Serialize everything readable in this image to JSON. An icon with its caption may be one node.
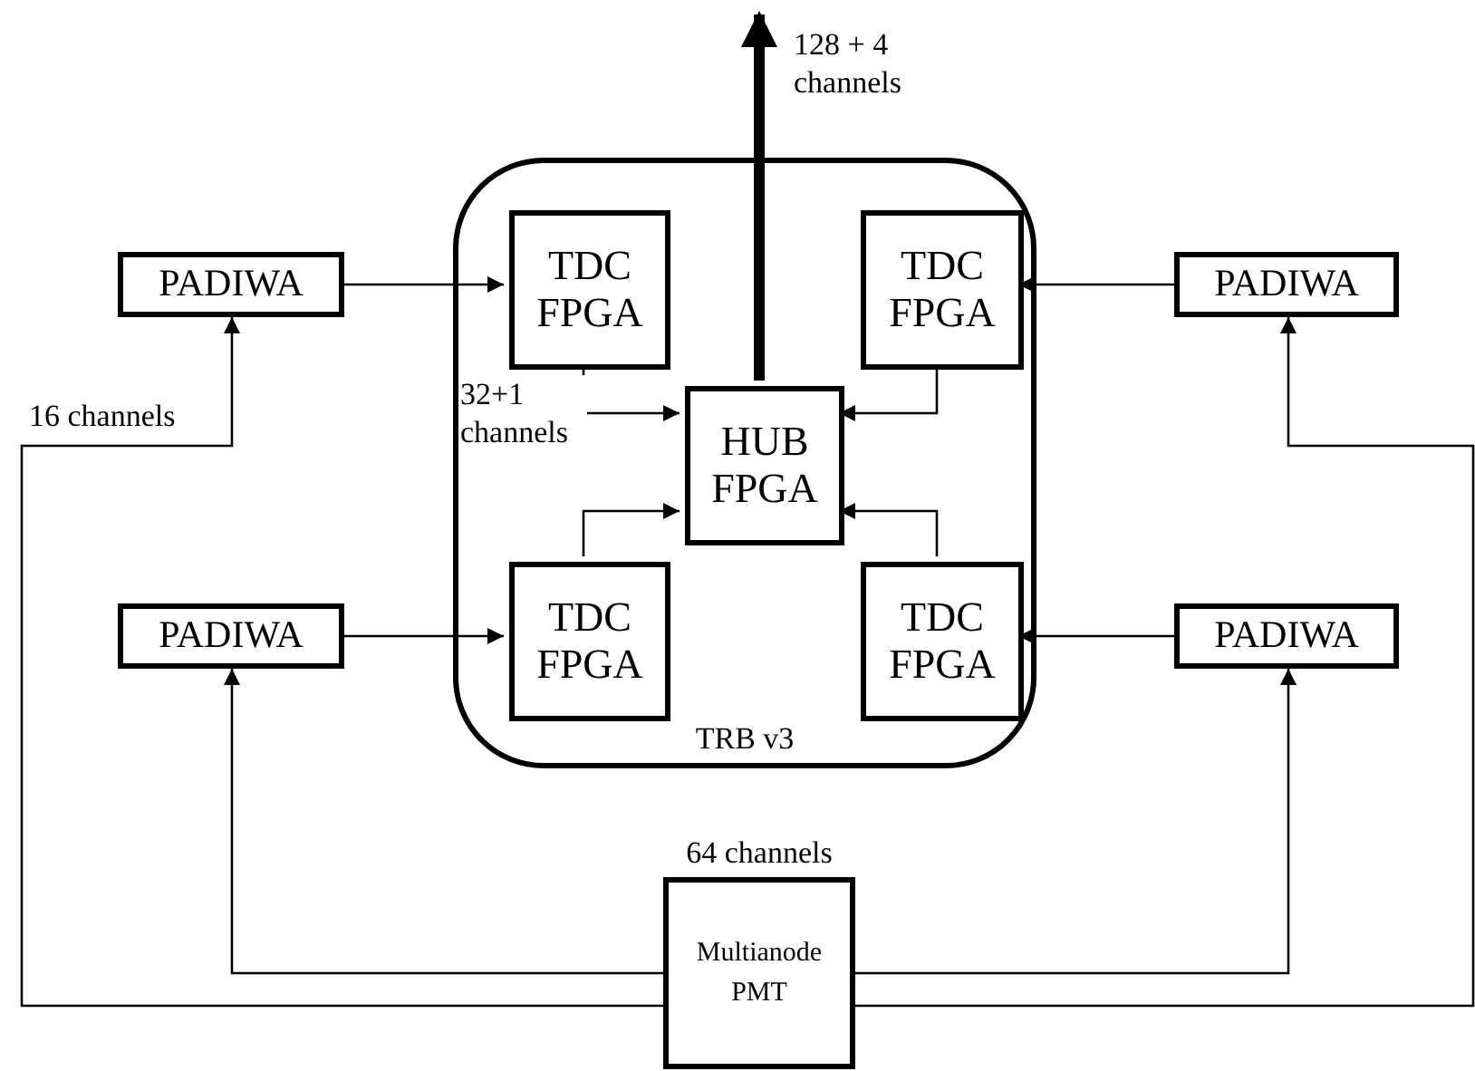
{
  "diagram": {
    "nodes": [
      {
        "text": [
          "TRB v3"
        ]
      },
      {
        "text": [
          "TDC FPGA"
        ],
        "in": 0
      },
      {
        "text": [
          "TDC FPGA"
        ],
        "in": 0
      },
      {
        "text": [
          "HUB FPGA"
        ],
        "in": 0
      },
      {
        "text": [
          "TDC FPGA"
        ],
        "in": 0
      },
      {
        "text": [
          "TDC FPGA"
        ],
        "in": 0
      },
      {
        "text": [
          "PADIWA"
        ]
      },
      {
        "text": [
          "PADIWA"
        ]
      },
      {
        "text": [
          "PADIWA"
        ]
      },
      {
        "text": [
          "PADIWA"
        ]
      },
      {
        "text": [
          "Multianode PMT"
        ],
        "beside": [
          "64 channels"
        ]
      }
    ],
    "edges": [
      {
        "from": 6,
        "to": 1,
        "arrow": "to"
      },
      {
        "from": 7,
        "to": 2,
        "arrow": "to"
      },
      {
        "from": 8,
        "to": 4,
        "arrow": "to"
      },
      {
        "from": 9,
        "to": 5,
        "arrow": "to"
      },
      {
        "from": 1,
        "to": 3,
        "arrow": "to",
        "label": "32+1 channels"
      },
      {
        "from": 2,
        "to": 3,
        "arrow": "to"
      },
      {
        "from": 4,
        "to": 3,
        "arrow": "to"
      },
      {
        "from": 5,
        "to": 3,
        "arrow": "to"
      },
      {
        "from": 3,
        "to": null,
        "arrow": "to",
        "label": "128 + 4 channels",
        "style": "thick"
      },
      {
        "from": 10,
        "to": 8,
        "arrow": "to"
      },
      {
        "from": 10,
        "to": 9,
        "arrow": "to"
      },
      {
        "from": 10,
        "to": 6,
        "arrow": "to",
        "label": "16 channels"
      },
      {
        "from": 10,
        "to": 7,
        "arrow": "to"
      }
    ]
  }
}
